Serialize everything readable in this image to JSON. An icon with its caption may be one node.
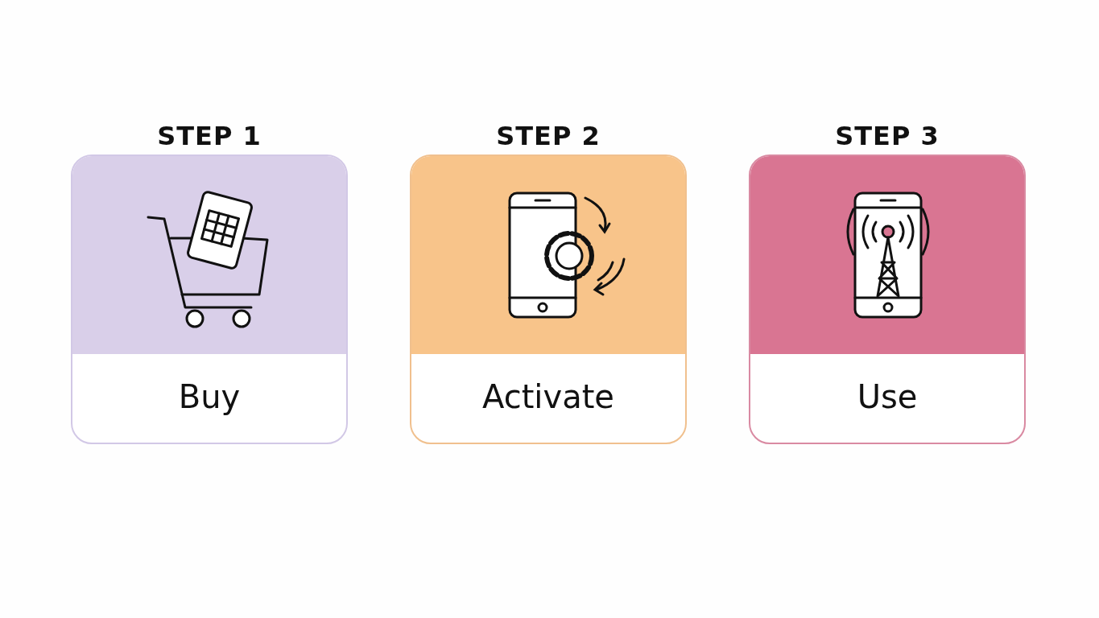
{
  "diagram": {
    "nodes": [
      {
        "text": [
          "STEP 1",
          "Buy"
        ]
      },
      {
        "text": [
          "STEP 2",
          "Activate"
        ]
      },
      {
        "text": [
          "STEP 3",
          "Use"
        ]
      }
    ],
    "edges": []
  }
}
